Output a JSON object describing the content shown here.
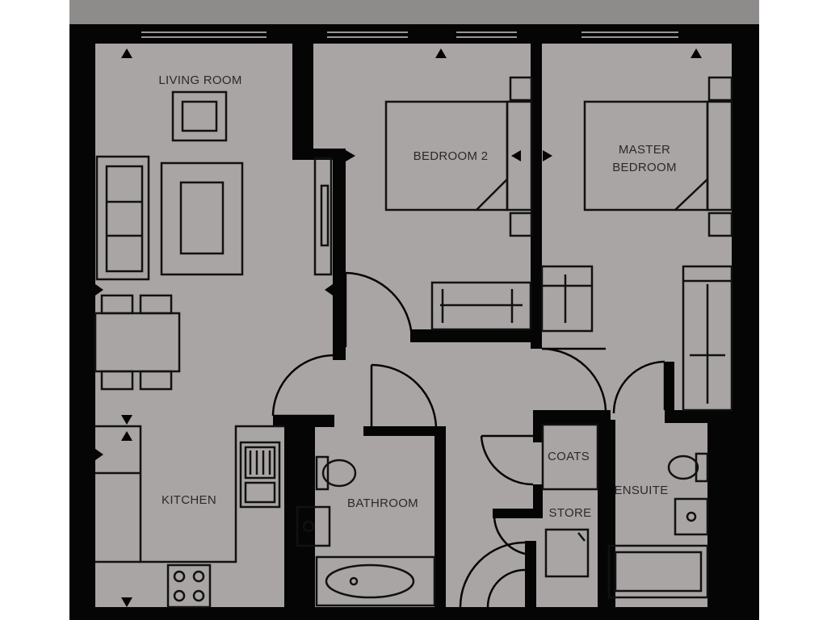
{
  "colors": {
    "background": "#ffffff",
    "floor": "#a9a5a4",
    "wall": "#050505",
    "fixture_stroke": "#111111",
    "label": "#2a2a2a",
    "top_band": "#8e8b8b"
  },
  "rooms": {
    "living_room": "LIVING ROOM",
    "bedroom_2": "BEDROOM 2",
    "master_bedroom_line1": "MASTER",
    "master_bedroom_line2": "BEDROOM",
    "kitchen": "KITCHEN",
    "bathroom": "BATHROOM",
    "coats": "COATS",
    "store": "STORE",
    "ensuite": "ENSUITE"
  },
  "icons": [
    "window-arrow-icon",
    "door-swing-icon",
    "bed-icon",
    "sofa-icon",
    "armchair-icon",
    "table-icon",
    "chair-icon",
    "sink-icon",
    "hob-icon",
    "toilet-icon",
    "bathtub-icon",
    "wardrobe-icon",
    "basin-icon"
  ]
}
